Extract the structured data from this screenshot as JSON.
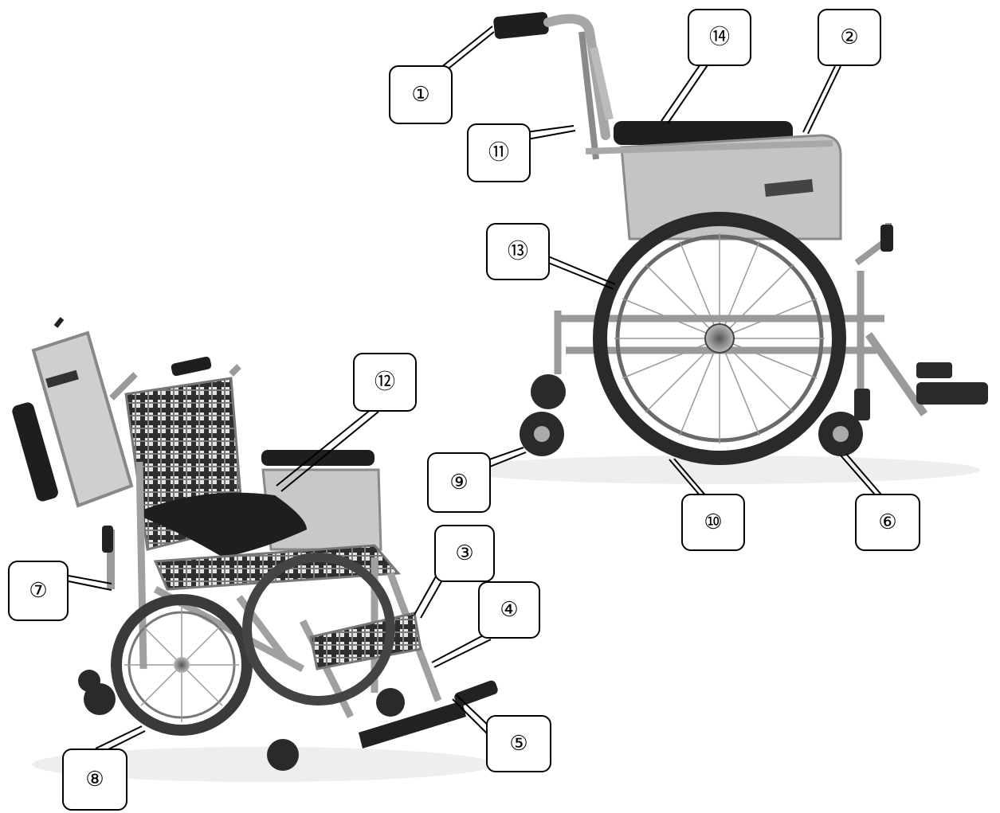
{
  "diagram": {
    "subject": "wheelchair",
    "callouts": [
      {
        "id": "c1",
        "label": "①"
      },
      {
        "id": "c2",
        "label": "②"
      },
      {
        "id": "c3",
        "label": "③"
      },
      {
        "id": "c4",
        "label": "④"
      },
      {
        "id": "c5",
        "label": "⑤"
      },
      {
        "id": "c6",
        "label": "⑥"
      },
      {
        "id": "c7",
        "label": "⑦"
      },
      {
        "id": "c8",
        "label": "⑧"
      },
      {
        "id": "c9",
        "label": "⑨"
      },
      {
        "id": "c10",
        "label": "⑩"
      },
      {
        "id": "c11",
        "label": "⑪"
      },
      {
        "id": "c12",
        "label": "⑫"
      },
      {
        "id": "c13",
        "label": "⑬"
      },
      {
        "id": "c14",
        "label": "⑭"
      }
    ],
    "colors": {
      "line": "#000000",
      "frame": "#9a9a9a",
      "tire": "#2a2a2a",
      "fabric": "#3a3a3a",
      "panel": "#c8c8c8"
    }
  }
}
